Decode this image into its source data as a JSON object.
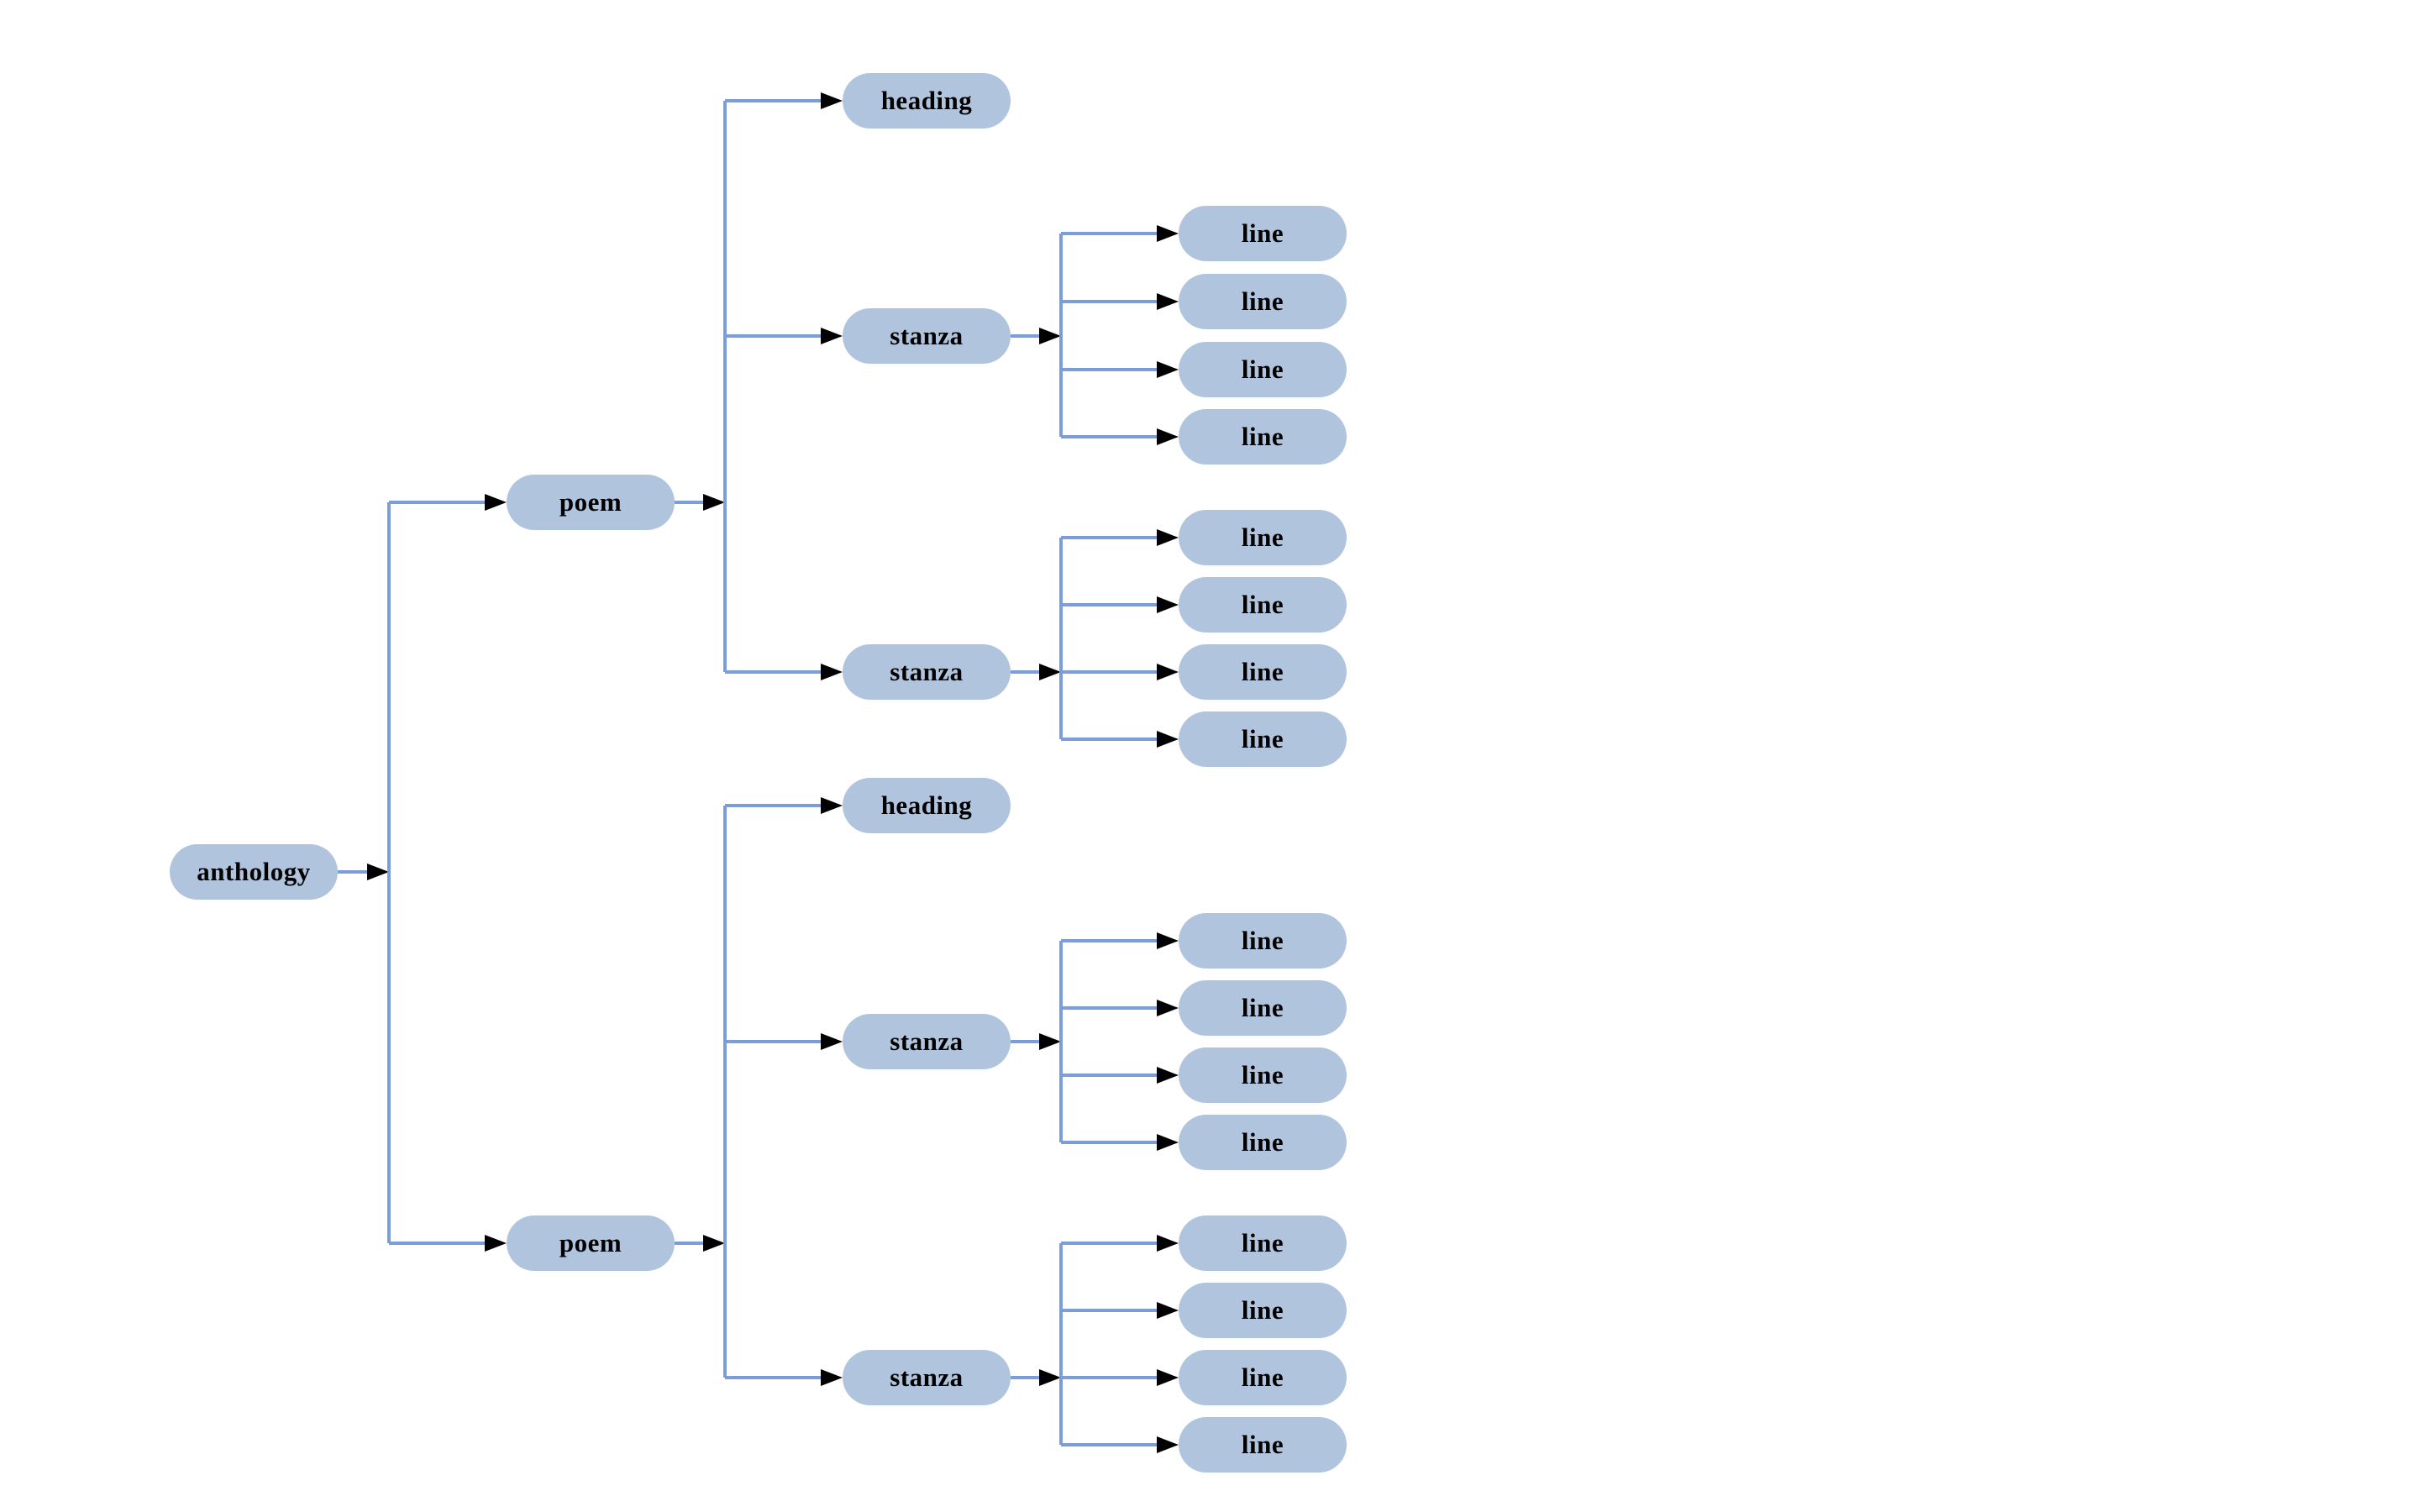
{
  "diagram": {
    "type": "tree",
    "background": "#ffffff",
    "colors": {
      "node_fill": "#b0c4de",
      "edge": "#7b9dd8",
      "arrowhead": "#000000",
      "label_text": "#000000"
    },
    "nodes": [
      {
        "label": "anthology"
      },
      {
        "label": "poem"
      },
      {
        "label": "heading"
      },
      {
        "label": "stanza"
      },
      {
        "label": "line"
      },
      {
        "label": "line"
      },
      {
        "label": "line"
      },
      {
        "label": "line"
      },
      {
        "label": "stanza"
      },
      {
        "label": "line"
      },
      {
        "label": "line"
      },
      {
        "label": "line"
      },
      {
        "label": "line"
      },
      {
        "label": "poem"
      },
      {
        "label": "heading"
      },
      {
        "label": "stanza"
      },
      {
        "label": "line"
      },
      {
        "label": "line"
      },
      {
        "label": "line"
      },
      {
        "label": "line"
      },
      {
        "label": "stanza"
      },
      {
        "label": "line"
      },
      {
        "label": "line"
      },
      {
        "label": "line"
      },
      {
        "label": "line"
      }
    ],
    "tree": {
      "label": "anthology",
      "children": [
        {
          "label": "poem",
          "children": [
            {
              "label": "heading",
              "children": []
            },
            {
              "label": "stanza",
              "children": [
                {
                  "label": "line"
                },
                {
                  "label": "line"
                },
                {
                  "label": "line"
                },
                {
                  "label": "line"
                }
              ]
            },
            {
              "label": "stanza",
              "children": [
                {
                  "label": "line"
                },
                {
                  "label": "line"
                },
                {
                  "label": "line"
                },
                {
                  "label": "line"
                }
              ]
            }
          ]
        },
        {
          "label": "poem",
          "children": [
            {
              "label": "heading",
              "children": []
            },
            {
              "label": "stanza",
              "children": [
                {
                  "label": "line"
                },
                {
                  "label": "line"
                },
                {
                  "label": "line"
                },
                {
                  "label": "line"
                }
              ]
            },
            {
              "label": "stanza",
              "children": [
                {
                  "label": "line"
                },
                {
                  "label": "line"
                },
                {
                  "label": "line"
                },
                {
                  "label": "line"
                }
              ]
            }
          ]
        }
      ]
    }
  }
}
